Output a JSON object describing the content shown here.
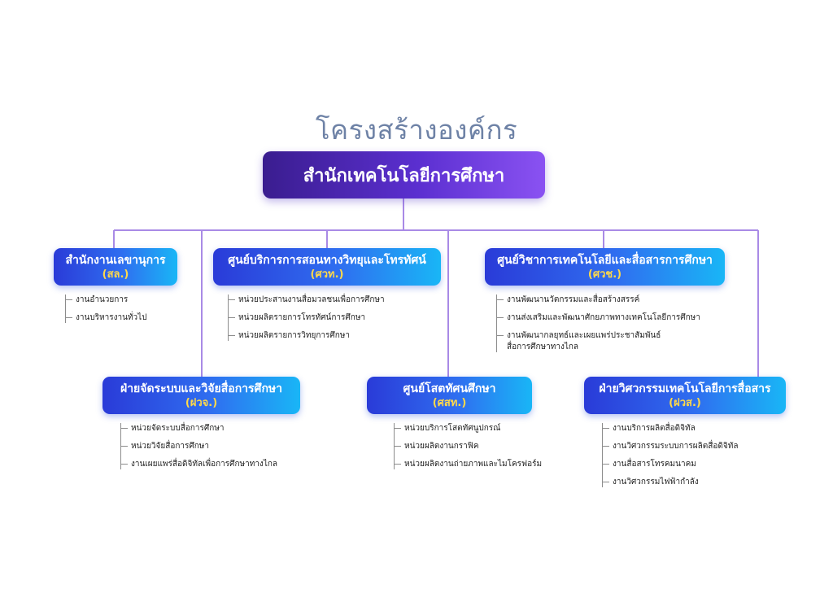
{
  "title": "โครงสร้างองค์กร",
  "root": "สำนักเทคโนโลยีการศึกษา",
  "units": [
    {
      "name": "สำนักงานเลขานุการ",
      "abbr": "(สล.)",
      "items": [
        "งานอำนวยการ",
        "งานบริหารงานทั่วไป"
      ]
    },
    {
      "name": "ศูนย์บริการการสอนทางวิทยุและโทรทัศน์",
      "abbr": "(ศวท.)",
      "items": [
        "หน่วยประสานงานสื่อมวลชนเพื่อการศึกษา",
        "หน่วยผลิตรายการโทรทัศน์การศึกษา",
        "หน่วยผลิตรายการวิทยุการศึกษา"
      ]
    },
    {
      "name": "ศูนย์วิชาการเทคโนโลยีและสื่อสารการศึกษา",
      "abbr": "(ศวช.)",
      "items": [
        "งานพัฒนานวัตกรรมและสื่อสร้างสรรค์",
        "งานส่งเสริมและพัฒนาศักยภาพทางเทคโนโลยีการศึกษา",
        "งานพัฒนากลยุทธ์และเผยแพร่ประชาสัมพันธ์",
        "สื่อการศึกษาทางไกล"
      ]
    },
    {
      "name": "ฝ่ายจัดระบบและวิจัยสื่อการศึกษา",
      "abbr": "(ฝวจ.)",
      "items": [
        "หน่วยจัดระบบสื่อการศึกษา",
        "หน่วยวิจัยสื่อการศึกษา",
        "งานเผยแพร่สื่อดิจิทัลเพื่อการศึกษาทางไกล"
      ]
    },
    {
      "name": "ศูนย์โสตทัศนศึกษา",
      "abbr": "(ศสท.)",
      "items": [
        "หน่วยบริการโสตทัศนูปกรณ์",
        "หน่วยผลิตงานกราฟิค",
        "หน่วยผลิตงานถ่ายภาพและไมโครฟอร์ม"
      ]
    },
    {
      "name": "ฝ่ายวิศวกรรมเทคโนโลยีการสื่อสาร",
      "abbr": "(ฝวส.)",
      "items": [
        "งานบริการผลิตสื่อดิจิทัล",
        "งานวิศวกรรมระบบการผลิตสื่อดิจิทัล",
        "งานสื่อสารโทรคมนาคม",
        "งานวิศวกรรมไฟฟ้ากำลัง"
      ]
    }
  ],
  "colors": {
    "connector": "#a98ae6",
    "title": "#6e82a6",
    "abbr": "#ffd94a"
  }
}
